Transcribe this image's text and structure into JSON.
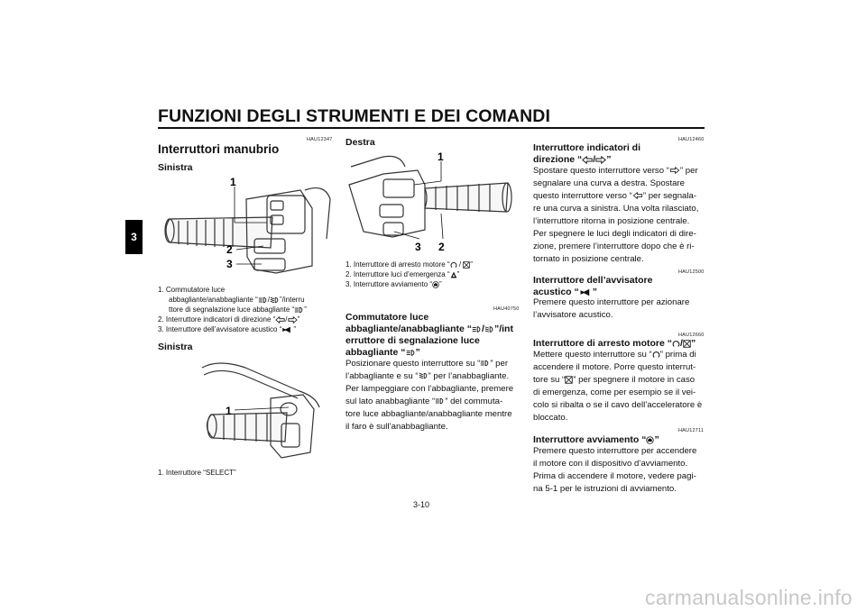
{
  "header": {
    "title": "FUNZIONI DEGLI STRUMENTI E DEI COMANDI",
    "chapter_tab": "3"
  },
  "col1": {
    "code": "HAU12347",
    "heading": "Interruttori manubrio",
    "sub1": "Sinistra",
    "fig1_callouts": [
      "1",
      "2",
      "3"
    ],
    "list1": {
      "i1_a": "1. Commutatore luce",
      "i1_b_pre": "abbagliante/anabbagliante “",
      "i1_b_post": "”/interru",
      "i1_c_pre": "ttore di segnalazione luce abbagliante “",
      "i1_c_post": "”",
      "i2_pre": "2. Interruttore indicatori di direzione “",
      "i2_post": "”",
      "i3_pre": "3. Interruttore dell’avvisatore acustico “",
      "i3_post": "”"
    },
    "sub2": "Sinistra",
    "fig2_callout": "1",
    "list2": "1. Interruttore “SELECT”"
  },
  "col2": {
    "sub": "Destra",
    "fig_callouts": [
      "1",
      "3",
      "2"
    ],
    "list": {
      "i1_pre": "1. Interruttore di arresto motore “",
      "i1_post": "”",
      "i2_pre": "2. Interruttore luci d’emergenza “",
      "i2_post": "”",
      "i3_pre": "3. Interruttore avviamento “",
      "i3_post": "”"
    },
    "code": "HAU40750",
    "h_l1": "Commutatore luce",
    "h_l2_pre": "abbagliante/anabbagliante “",
    "h_l2_post": "”/int",
    "h_l3": "erruttore di segnalazione luce",
    "h_l4_pre": "abbagliante “",
    "h_l4_post": "”",
    "p1_pre": "Posizionare questo interruttore su “",
    "p1_post": "” per",
    "p2_pre": "l’abbagliante e su “",
    "p2_post": "” per l’anabbagliante.",
    "p3": "Per lampeggiare con l’abbagliante, premere",
    "p4_pre": "sul lato anabbagliante “",
    "p4_post": "” del commuta-",
    "p5": "tore luce abbagliante/anabbagliante mentre",
    "p6": "il faro è sull’anabbagliante."
  },
  "col3": {
    "s1_code": "HAU12460",
    "s1_h1": "Interruttore indicatori di",
    "s1_h2_pre": "direzione “",
    "s1_h2_post": "”",
    "s1_p1_pre": "Spostare questo interruttore verso “",
    "s1_p1_post": "” per",
    "s1_p2": "segnalare una curva a destra. Spostare",
    "s1_p3_pre": "questo interruttore verso “",
    "s1_p3_post": "” per segnala-",
    "s1_p4": "re una curva a sinistra. Una volta rilasciato,",
    "s1_p5": "l’interruttore ritorna in posizione centrale.",
    "s1_p6": "Per spegnere le luci degli indicatori di dire-",
    "s1_p7": "zione, premere l’interruttore dopo che è ri-",
    "s1_p8": "tornato in posizione centrale.",
    "s2_code": "HAU12500",
    "s2_h1": "Interruttore dell’avvisatore",
    "s2_h2_pre": "acustico “",
    "s2_h2_post": "”",
    "s2_p1": "Premere questo interruttore per azionare",
    "s2_p2": "l’avvisatore acustico.",
    "s3_code": "HAU12660",
    "s3_h_pre": "Interruttore di arresto motore “",
    "s3_h_post": "”",
    "s3_p1_pre": "Mettere questo interruttore su “",
    "s3_p1_post": "” prima di",
    "s3_p2": "accendere il motore. Porre questo interrut-",
    "s3_p3_pre": "tore su “",
    "s3_p3_post": "” per spegnere il motore in caso",
    "s3_p4": "di emergenza, come per esempio se il vei-",
    "s3_p5": "colo si ribalta o se il cavo dell’acceleratore è",
    "s3_p6": "bloccato.",
    "s4_code": "HAU12711",
    "s4_h_pre": "Interruttore avviamento “",
    "s4_h_post": "”",
    "s4_p1": "Premere questo interruttore per accendere",
    "s4_p2": "il motore con il dispositivo d’avviamento.",
    "s4_p3": "Prima di accendere il motore, vedere pagi-",
    "s4_p4": "na 5-1 per le istruzioni di avviamento."
  },
  "footer": {
    "page": "3-10"
  },
  "watermark": "carmanualsonline.info",
  "icons": [
    "high-beam-icon",
    "low-beam-icon",
    "turn-left-icon",
    "turn-right-icon",
    "horn-icon",
    "engine-run-icon",
    "engine-stop-icon",
    "hazard-icon",
    "start-icon"
  ]
}
